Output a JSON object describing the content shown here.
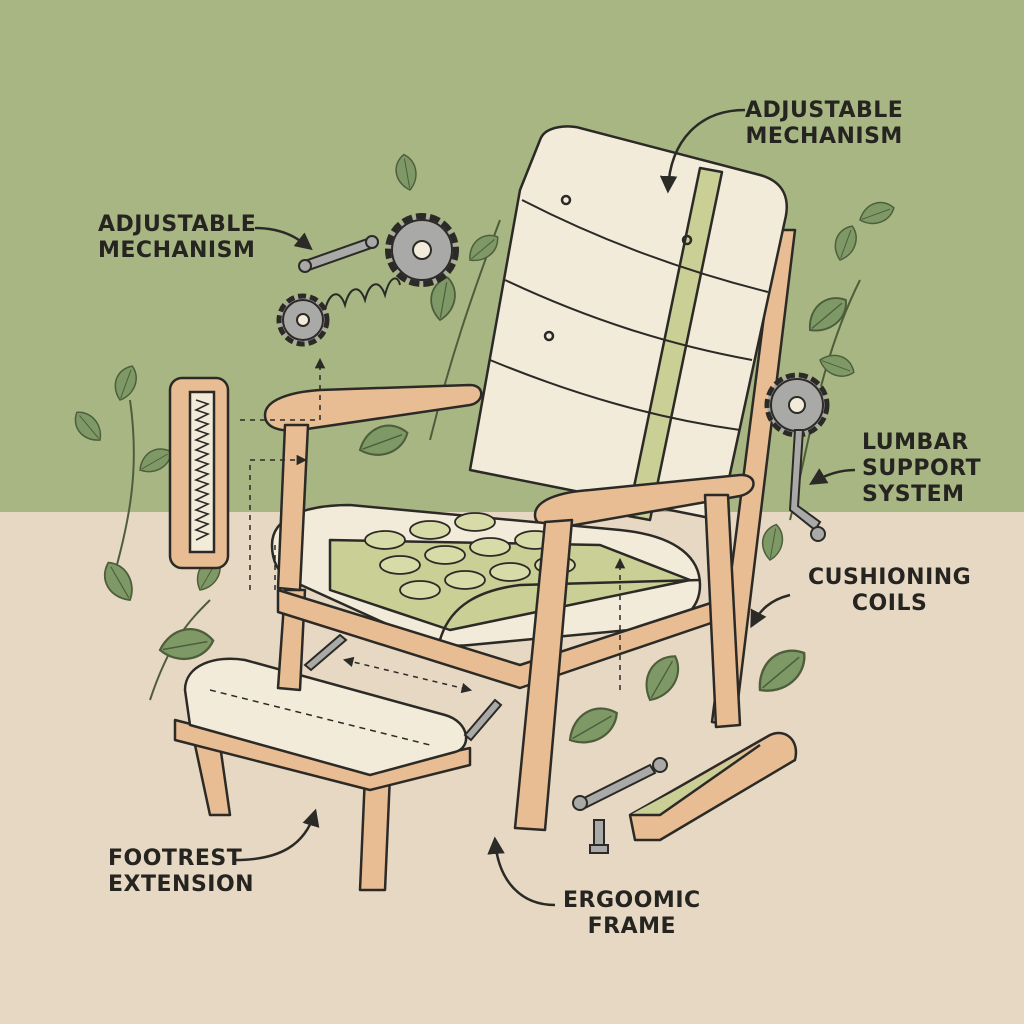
{
  "labels": {
    "adjustable_top": [
      "ADJUSTABLE",
      "MECHANISM"
    ],
    "adjustable_left": [
      "ADJUSTABLE",
      "MECHANISM"
    ],
    "lumbar": [
      "LUMBAR",
      "SUPPORT",
      "SYSTEM"
    ],
    "cushioning": [
      "CUSHIONING",
      "COILS"
    ],
    "footrest": [
      "FOOTREST",
      "EXTENSION"
    ],
    "frame": [
      "ERGOOMIC",
      "FRAME"
    ]
  },
  "colors": {
    "background_top": "#a7b683",
    "background_bottom": "#e6d8c2",
    "wood": "#e8bd93",
    "cushion": "#f3ebd9",
    "foam": "#c9cf95",
    "leaf": "#7f9966",
    "metal": "#a9aaa7",
    "ink": "#2b2a26"
  }
}
